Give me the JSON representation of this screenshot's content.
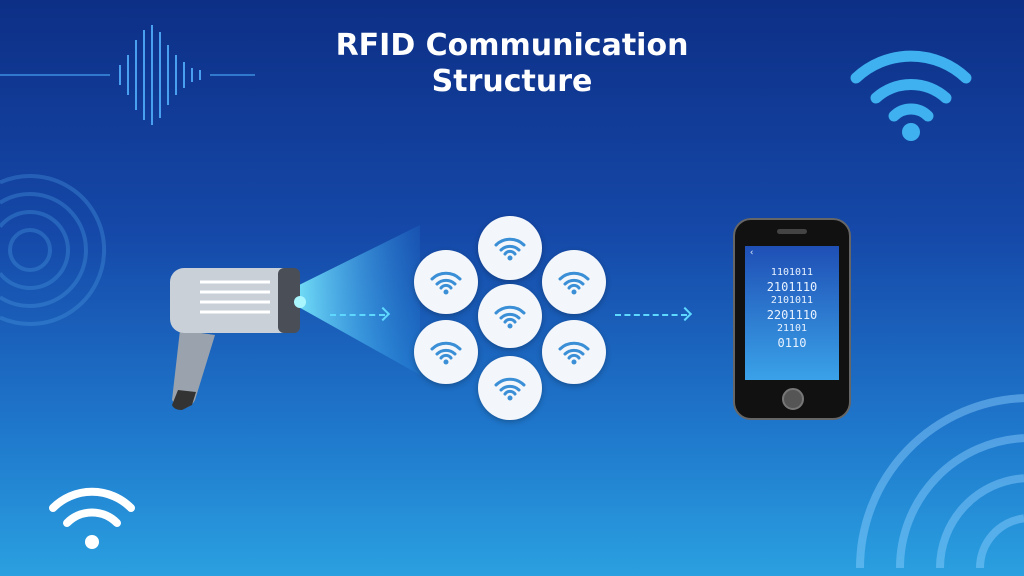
{
  "title_line1": "RFID Communication",
  "title_line2": "Structure",
  "phone": {
    "lines": [
      "1101011",
      "2101110",
      "2101011",
      "2201110",
      "21101",
      "0110"
    ]
  },
  "colors": {
    "beam": "#5fd8ff",
    "tag": "#f3f6fa",
    "icon": "#3a8fd6"
  },
  "tags": [
    "wifi-icon",
    "wifi-icon",
    "wifi-icon",
    "wifi-icon",
    "wifi-icon",
    "wifi-icon",
    "wifi-icon"
  ]
}
